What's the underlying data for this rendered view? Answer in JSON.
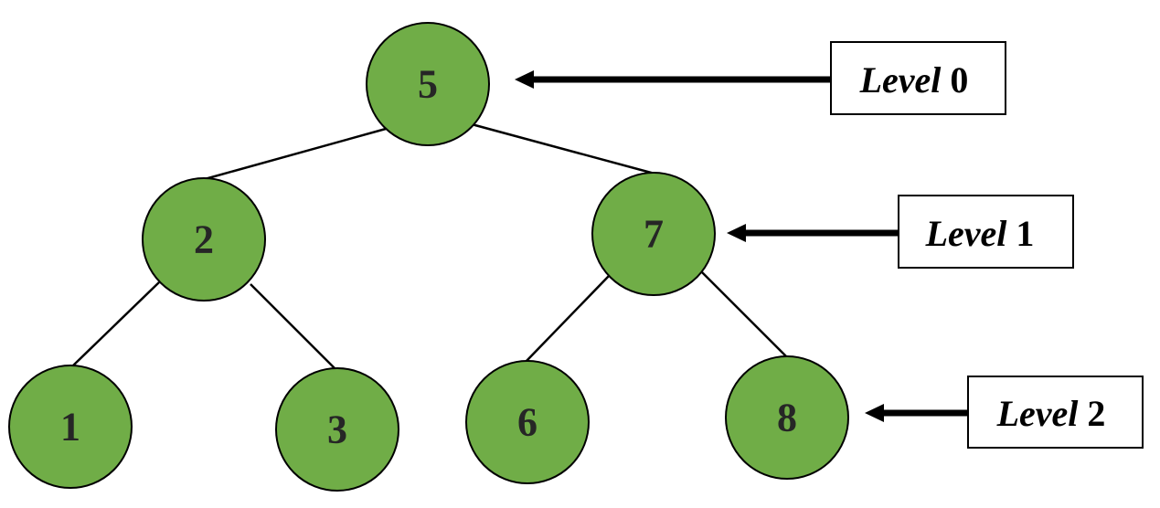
{
  "colors": {
    "node_fill": "#70ad47",
    "node_text": "#262626",
    "lines": "#000000"
  },
  "nodes": [
    {
      "id": "n5",
      "value": "5"
    },
    {
      "id": "n2",
      "value": "2"
    },
    {
      "id": "n7",
      "value": "7"
    },
    {
      "id": "n1",
      "value": "1"
    },
    {
      "id": "n3",
      "value": "3"
    },
    {
      "id": "n6",
      "value": "6"
    },
    {
      "id": "n8",
      "value": "8"
    }
  ],
  "edges": [
    {
      "from": "5",
      "to": "2"
    },
    {
      "from": "5",
      "to": "7"
    },
    {
      "from": "2",
      "to": "1"
    },
    {
      "from": "2",
      "to": "3"
    },
    {
      "from": "7",
      "to": "6"
    },
    {
      "from": "7",
      "to": "8"
    }
  ],
  "levels": [
    {
      "word": "Level",
      "number": "0"
    },
    {
      "word": "Level",
      "number": "1"
    },
    {
      "word": "Level",
      "number": "2"
    }
  ]
}
